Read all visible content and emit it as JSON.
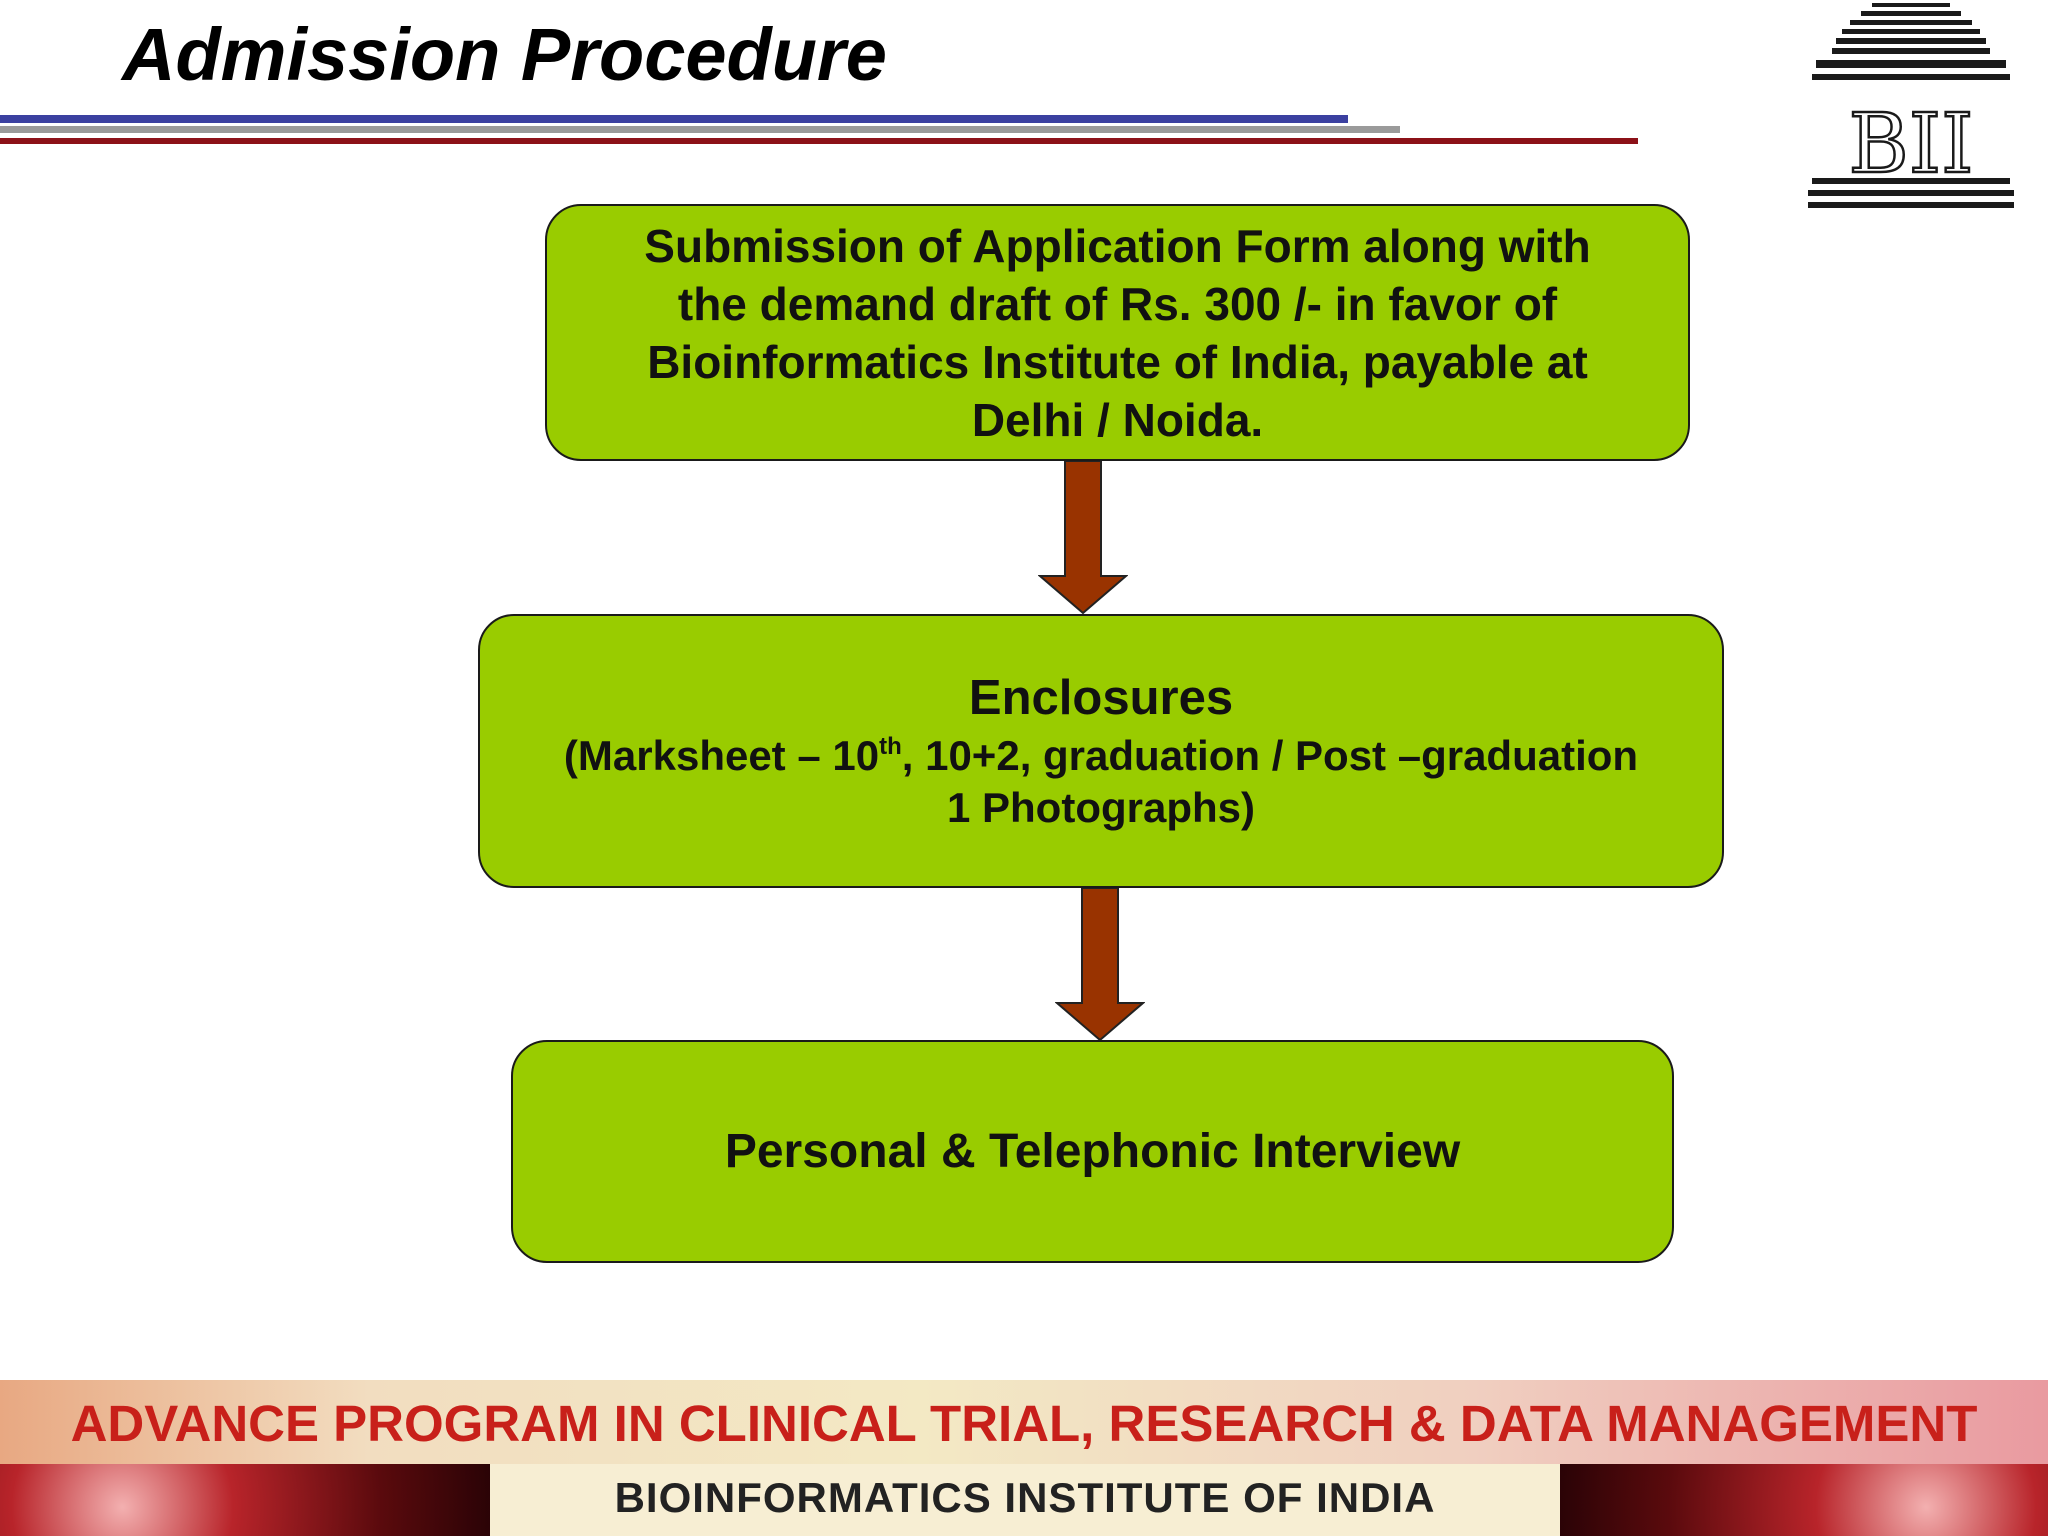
{
  "title": "Admission Procedure",
  "logo": {
    "text": "BII"
  },
  "colors": {
    "box_fill": "#99cc00",
    "arrow_fill": "#993300",
    "banner_title": "#c8201a"
  },
  "steps": [
    {
      "lines": [
        "Submission of Application Form along with",
        "the demand draft of Rs. 300 /- in favor of",
        "Bioinformatics Institute of India, payable at",
        "Delhi / Noida."
      ]
    },
    {
      "heading": "Enclosures",
      "line1_pre": "(Marksheet – 10",
      "line1_sup": "th",
      "line1_post": ", 10+2, graduation / Post –graduation",
      "line2": "1 Photographs)"
    },
    {
      "text": "Personal & Telephonic Interview"
    }
  ],
  "banner": {
    "title": "ADVANCE PROGRAM IN CLINICAL TRIAL, RESEARCH & DATA MANAGEMENT",
    "subtitle": "BIOINFORMATICS INSTITUTE OF INDIA"
  }
}
